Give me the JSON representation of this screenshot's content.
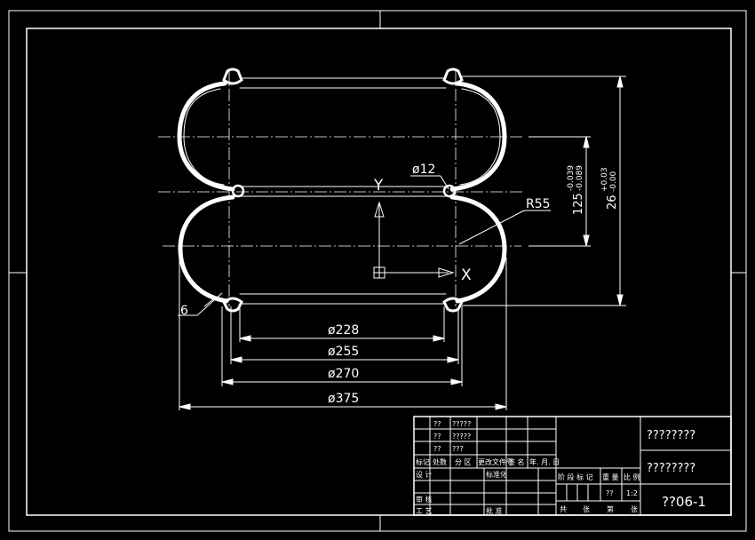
{
  "dimensions": {
    "d12": "ø12",
    "r55": "R55",
    "d228": "ø228",
    "d255": "ø255",
    "d270": "ø270",
    "d375": "ø375",
    "h125": "125",
    "h125_tol_upper": "-0.039",
    "h125_tol_lower": "-0.089",
    "h26": "26",
    "h26_tol_upper": "+0.03",
    "h26_tol_lower": "-0.00",
    "thickness": "6"
  },
  "axes": {
    "y_label": "Y",
    "x_label": "X"
  },
  "title_block": {
    "rev_marks": [
      "??",
      "??",
      "??"
    ],
    "rev_notes": [
      "?????",
      "?????",
      "???"
    ],
    "row_headers": [
      "标记",
      "处数",
      "分 区",
      "更改文件号",
      "签 名",
      "年. 月. 日"
    ],
    "design": "设 计",
    "standardize": "标准化",
    "review": "审 核",
    "process": "工 艺",
    "approve": "批 准",
    "stage_headers": [
      "阶 段 标 记",
      "重 量",
      "比 例"
    ],
    "weight": "??",
    "scale": "1:2",
    "sheet_footer": [
      "共",
      "张",
      "第",
      "张"
    ],
    "name_top": "????????",
    "name_mid": "????????",
    "drawing_number": "??06-1"
  }
}
